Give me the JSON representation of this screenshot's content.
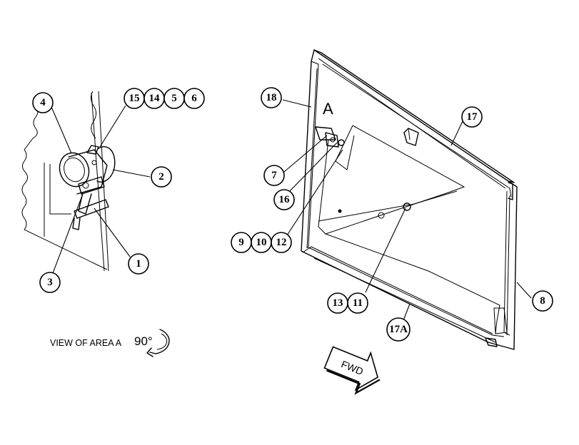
{
  "view_label": "VIEW OF AREA A",
  "rotation_label": "90°",
  "area_marker": "A",
  "fwd_label": "FWD",
  "callouts": {
    "c1": "1",
    "c2": "2",
    "c3": "3",
    "c4": "4",
    "c5": "5",
    "c6": "6",
    "c7": "7",
    "c8": "8",
    "c9": "9",
    "c10": "10",
    "c11": "11",
    "c12": "12",
    "c13": "13",
    "c14": "14",
    "c15": "15",
    "c16": "16",
    "c17": "17",
    "c17a": "17A",
    "c18": "18"
  }
}
